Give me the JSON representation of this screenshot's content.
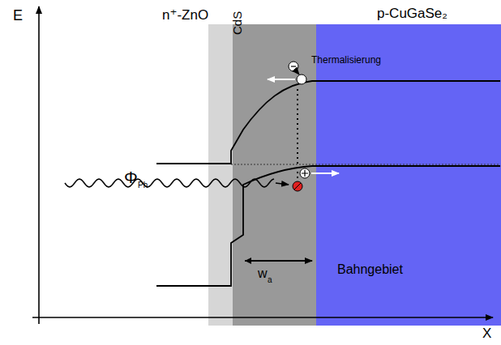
{
  "diagram": {
    "labels": [
      "E",
      "n⁺-ZnO",
      "CdS",
      "p-CuGaSe₂",
      "Thermalisierung",
      "Φ",
      "Ph",
      "w",
      "a",
      "Bahngebiet",
      "X"
    ]
  }
}
